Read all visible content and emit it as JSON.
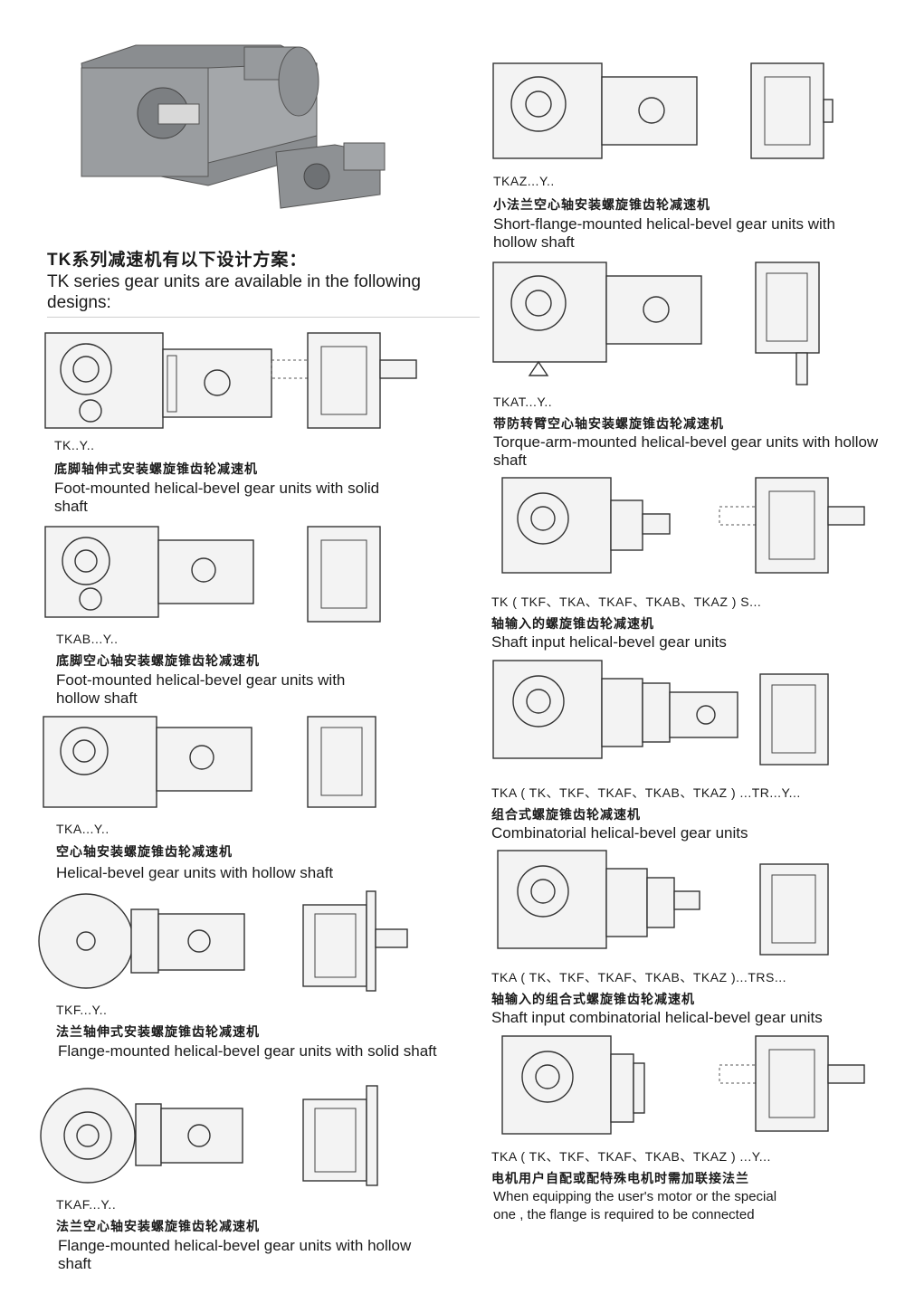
{
  "intro": {
    "title_cn": "TK系列减速机有以下设计方案：",
    "title_en": "TK series gear units are available in the following designs:"
  },
  "designs": [
    {
      "code": "TK..Y..",
      "cn": "底脚轴伸式安装螺旋锥齿轮减速机",
      "en": "Foot-mounted helical-bevel gear units with solid shaft"
    },
    {
      "code": "TKAB...Y..",
      "cn": "底脚空心轴安装螺旋锥齿轮减速机",
      "en": "Foot-mounted helical-bevel gear units with hollow shaft"
    },
    {
      "code": "TKA...Y..",
      "cn": "空心轴安装螺旋锥齿轮减速机",
      "en": "Helical-bevel gear units with hollow shaft"
    },
    {
      "code": "TKF...Y..",
      "cn": "法兰轴伸式安装螺旋锥齿轮减速机",
      "en": "Flange-mounted helical-bevel gear units with solid shaft"
    },
    {
      "code": "TKAF...Y..",
      "cn": "法兰空心轴安装螺旋锥齿轮减速机",
      "en": "Flange-mounted helical-bevel gear units with hollow shaft"
    },
    {
      "code": "TKAZ...Y..",
      "cn": "小法兰空心轴安装螺旋锥齿轮减速机",
      "en": "Short-flange-mounted helical-bevel gear units with hollow shaft"
    },
    {
      "code": "TKAT...Y..",
      "cn": "带防转臂空心轴安装螺旋锥齿轮减速机",
      "en": "Torque-arm-mounted helical-bevel gear units with hollow shaft"
    },
    {
      "code": "TK ( TKF、TKA、TKAF、TKAB、TKAZ ) S...",
      "cn": "轴输入的螺旋锥齿轮减速机",
      "en": "Shaft input helical-bevel gear units"
    },
    {
      "code": "TKA ( TK、TKF、TKAF、TKAB、TKAZ ) ...TR...Y...",
      "cn": "组合式螺旋锥齿轮减速机",
      "en": "Combinatorial helical-bevel gear units"
    },
    {
      "code": "TKA ( TK、TKF、TKAF、TKAB、TKAZ )...TRS...",
      "cn": "轴输入的组合式螺旋锥齿轮减速机",
      "en": "Shaft input combinatorial helical-bevel gear units"
    },
    {
      "code": "TKA ( TK、TKF、TKAF、TKAB、TKAZ ) ...Y...",
      "cn": "电机用户自配或配特殊电机时需加联接法兰",
      "en": "When equipping the user's motor or the special one , the flange is required to be connected"
    }
  ]
}
